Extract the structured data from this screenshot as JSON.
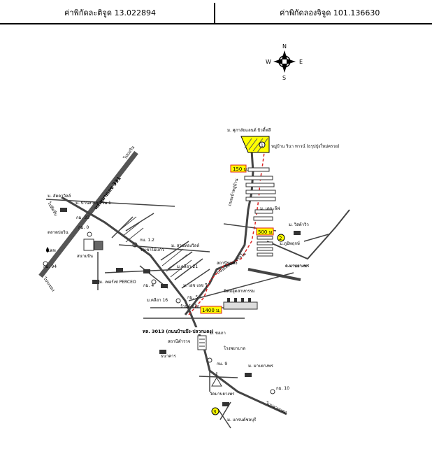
{
  "header": {
    "latitude_label": "ค่าพิกัดละติจูด 13.022894",
    "longitude_label": "ค่าพิกัดลองจิจูด 101.136630"
  },
  "compass": {
    "n": "N",
    "s": "S",
    "e": "E",
    "w": "W"
  },
  "map": {
    "road_331": "ทล.หมายเลข 331",
    "to_bo_win": "ไปบ่อวิน",
    "to_rayong_left": "ไปสัตหีบ",
    "to_chonburi_left": "ไประยอง",
    "to_pluak_daeng": "ไปปลวกแดง",
    "road_3013": "ทล. 3013 (ถนนบ้านบึง-ปลวกแดง)",
    "km33": "กม. 33",
    "km0": "กม. 0",
    "km94": "กม. 94",
    "km4": "กม. 4",
    "km5": "กม. 5",
    "km9": "กม. 9",
    "km10": "กม. 10",
    "km12": "กม. 1.2",
    "km21": "ม.คลีฮา 21",
    "km16": "ม.คลีฮา 16",
    "project": "หมู่บ้าน วินา ทาวน์ (ธรุปปุ่งใหม่ครวย)",
    "village_top": "ม. ศุภาลัยแลนด์ บิวตี้ฟลี",
    "distance_150": "150 ม.",
    "distance_500": "500 ม.",
    "distance_1400": "1400 ม.",
    "num_1": "1",
    "num_2": "2",
    "num_3": "3",
    "label_market": "ตลาดบ่อวิน",
    "label_school": "สนามบิน",
    "label_shop": "ร้านค้าเล็ก",
    "label_perceo": "ม. เพอร์เซ่ PERCEO",
    "label_temple": "วัดเขาไม้แก้ว",
    "label_temple2": "วัดมาบยางพร",
    "label_factory": "นิคมอุตสาหกรรม",
    "label_gas": "ปตท",
    "label_7eleven": "สถานีขนส่ง",
    "label_bank": "ธนาคาร",
    "label_village1": "ม. บ้านสวนบ่อวิน 1",
    "label_village2": "ม. ลัดดาวิลล์",
    "label_village3": "ม.ภูมิพฤกษ์",
    "label_village4": "ม. มาบยางพร",
    "label_village5": "ม. แกรนด์ชลบุรี",
    "label_village6": "ม. สวนทองวิลล์",
    "label_village7": "ม. เอช เอช วี",
    "label_village8": "ม. ชลภา",
    "label_village9": "ม. วิสต้าวิว",
    "label_village10": "ม. เดอะลีฟ",
    "label_road_inner1": "ถนนเข้าหมู่บ้าน",
    "label_road_inner2": "ถนนเลียบทางรถไฟ",
    "label_main_east": "ถ.มาบยางพร",
    "label_police": "สถานีตำรวจ",
    "label_hospital": "โรงพยาบาล"
  }
}
